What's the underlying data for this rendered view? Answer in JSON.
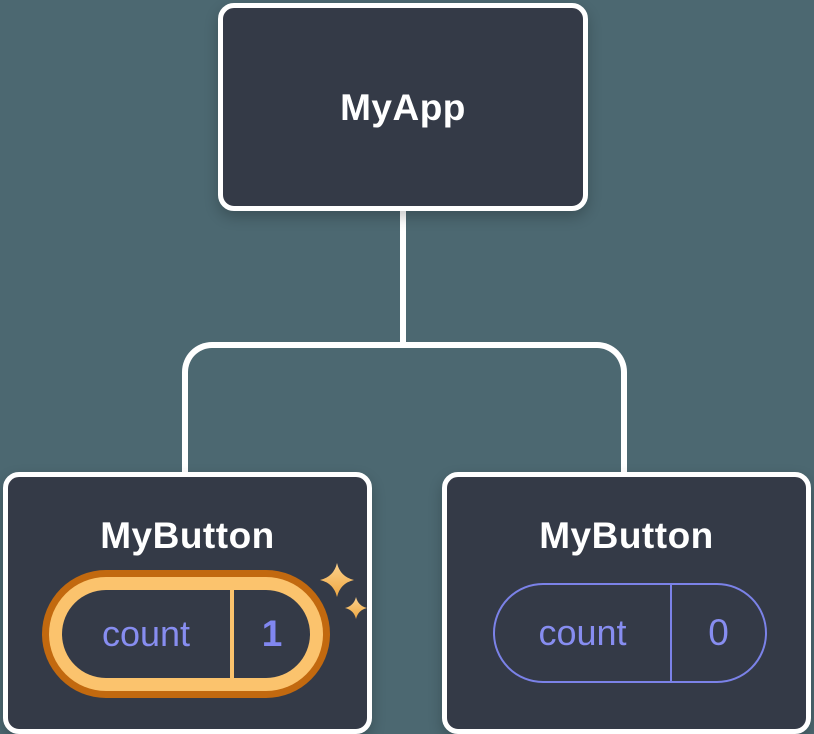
{
  "diagram": {
    "root_node": {
      "label": "MyApp"
    },
    "child_nodes": [
      {
        "label": "MyButton",
        "state": {
          "key": "count",
          "value": "1"
        },
        "highlighted": true
      },
      {
        "label": "MyButton",
        "state": {
          "key": "count",
          "value": "0"
        },
        "highlighted": false
      }
    ],
    "colors": {
      "background": "#4c6871",
      "node_fill": "#343a47",
      "node_border": "#ffffff",
      "connector": "#ffffff",
      "highlight_ring_outer": "#c2690f",
      "highlight_ring_inner": "#fbc36d",
      "state_accent": "#7b82e8",
      "state_text": "#878df0",
      "sparkle_light": "#fcd28d",
      "sparkle_dark": "#efa742"
    },
    "icons": {
      "sparkles": "sparkles-icon"
    }
  }
}
